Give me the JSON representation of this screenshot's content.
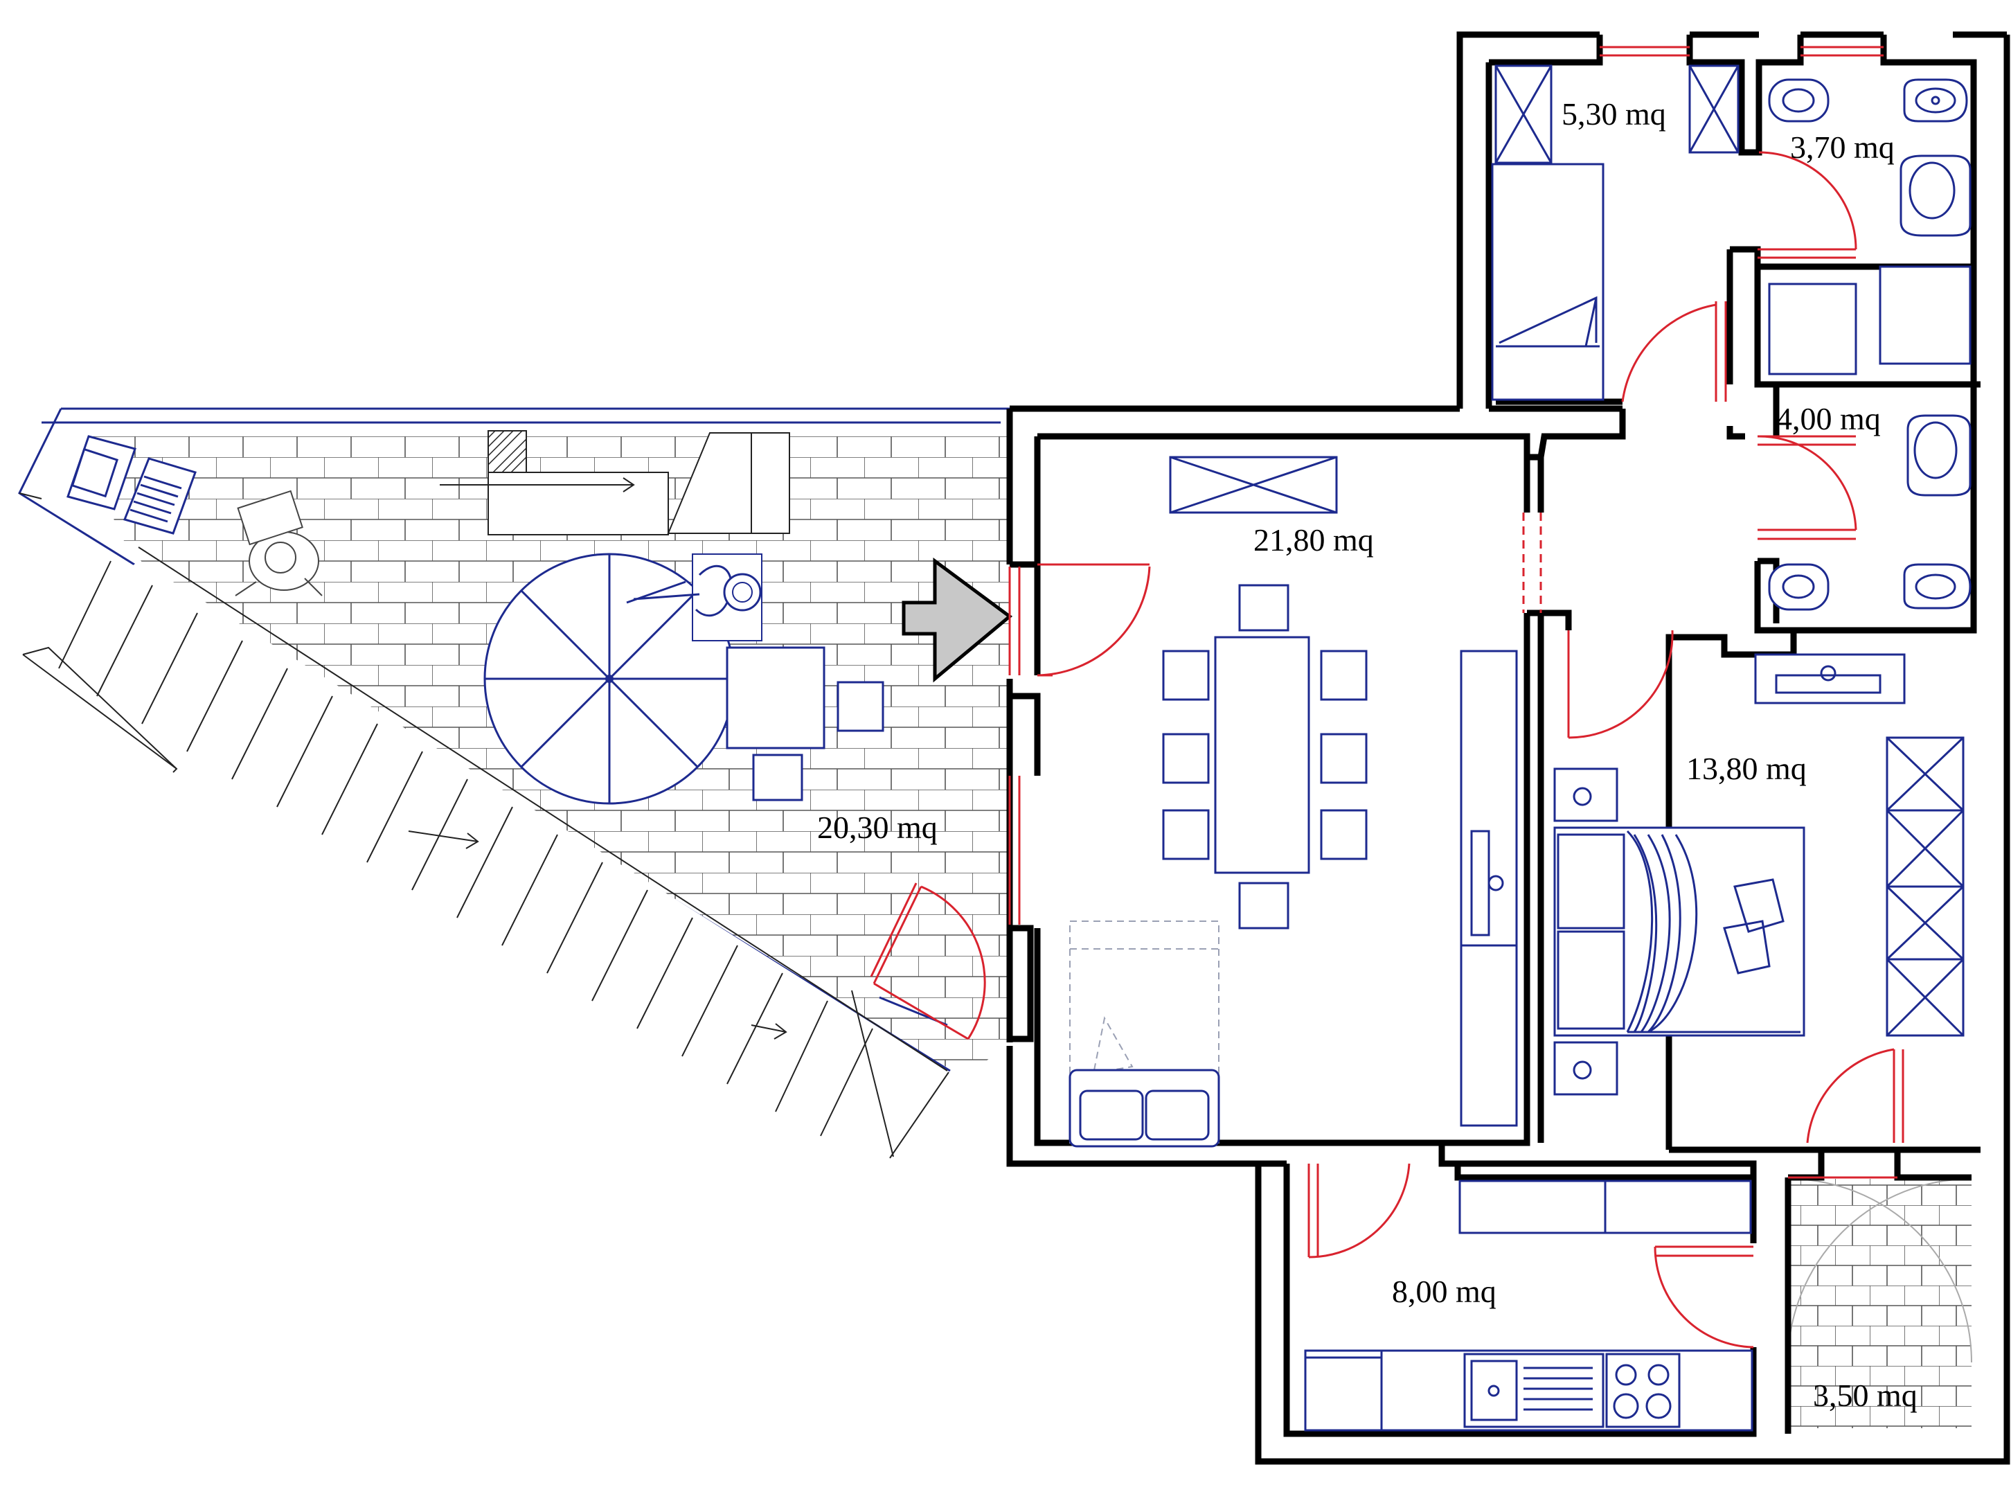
{
  "rooms": {
    "utility": {
      "area": "5,30 mq"
    },
    "bath_top": {
      "area": "3,70 mq"
    },
    "bath_mid": {
      "area": "4,00 mq"
    },
    "living": {
      "area": "21,80 mq"
    },
    "terrace": {
      "area": "20,30 mq"
    },
    "bedroom": {
      "area": "13,80 mq"
    },
    "kitchen": {
      "area": "8,00 mq"
    },
    "balcony": {
      "area": "3,50 mq"
    }
  },
  "colors": {
    "walls": "#000000",
    "furniture": "#1d2a8f",
    "doors_windows": "#d9232e",
    "entrance_arrow": "#c8c8c8"
  },
  "icons": [
    "entrance-arrow-icon",
    "umbrella-icon",
    "bed-icon",
    "toilet-icon",
    "bidet-icon",
    "sink-icon",
    "shower-icon",
    "stove-icon"
  ]
}
